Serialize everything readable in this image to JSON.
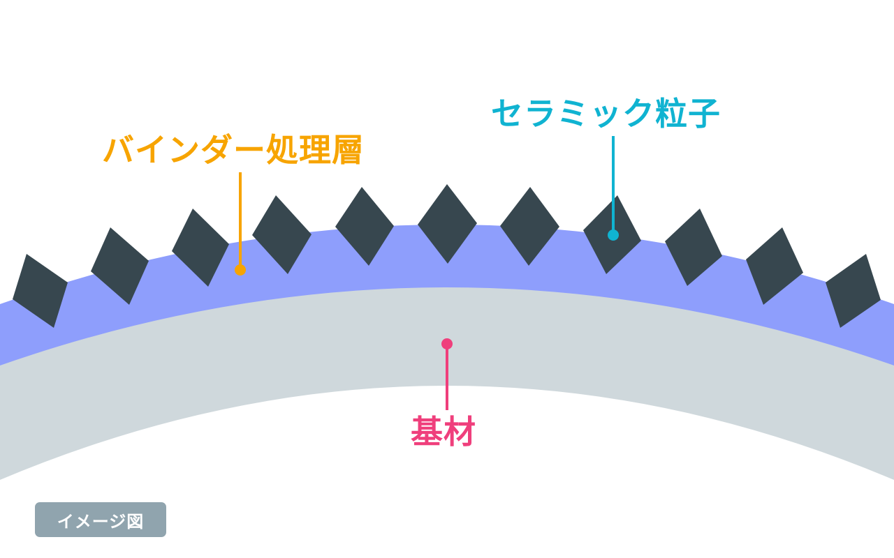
{
  "labels": {
    "binder_layer": "バインダー処理層",
    "ceramic_particles": "セラミック粒子",
    "substrate": "基材"
  },
  "badge": {
    "text": "イメージ図"
  },
  "colors": {
    "binder_layer": "#8e9efc",
    "substrate": "#cfd8dc",
    "particle": "#37474f",
    "binder_label": "#f7a400",
    "ceramic_label": "#10b3d1",
    "substrate_label": "#ef3f7c",
    "badge_bg": "#90a4ae",
    "background": "#ffffff"
  }
}
